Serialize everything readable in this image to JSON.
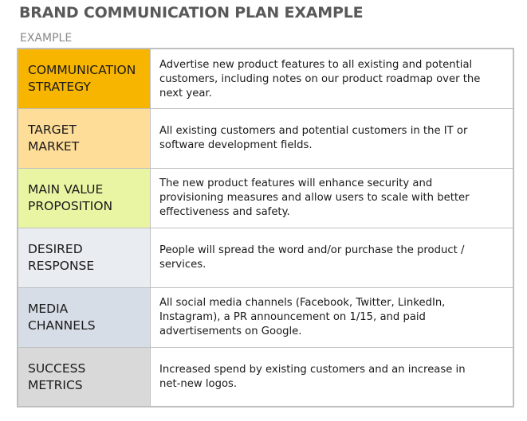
{
  "title": "BRAND COMMUNICATION PLAN EXAMPLE",
  "subtitle": "EXAMPLE",
  "rows": [
    {
      "label": "COMMUNICATION\nSTRATEGY",
      "value": "Advertise new product features to all existing and potential customers, including notes on our product roadmap over the next year.",
      "color": "#f7b500"
    },
    {
      "label": "TARGET\nMARKET",
      "value": "All existing customers and potential customers in the IT or software development fields.",
      "color": "#fddd98"
    },
    {
      "label": "MAIN VALUE\nPROPOSITION",
      "value": "The new product features will enhance security and provisioning measures and allow users to scale with better effectiveness and safety.",
      "color": "#eaf5a3"
    },
    {
      "label": "DESIRED\nRESPONSE",
      "value": "People will spread the word and/or purchase the product / services.",
      "color": "#e9ecf1"
    },
    {
      "label": "MEDIA\nCHANNELS",
      "value": "All social media channels (Facebook, Twitter, LinkedIn, Instagram), a PR announcement on 1/15, and paid advertisements on Google.",
      "color": "#d7dde6"
    },
    {
      "label": "SUCCESS\nMETRICS",
      "value": "Increased spend by existing customers and an increase in net-new logos.",
      "color": "#d9d9d9"
    }
  ]
}
